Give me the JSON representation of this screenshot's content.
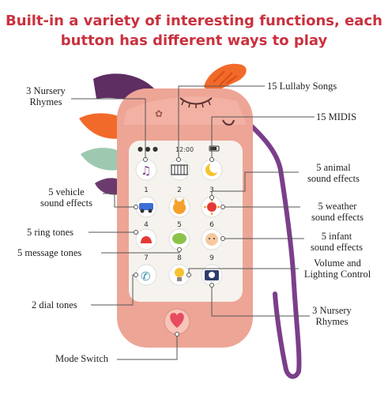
{
  "headline": {
    "line1": "Built-in a variety of interesting functions, each",
    "line2": "button has different ways to play"
  },
  "callouts": {
    "nursery_rhymes_top": [
      "3 Nursery",
      "Rhymes"
    ],
    "lullaby_songs": "15 Lullaby Songs",
    "midis": "15 MIDIS",
    "animal_sound_effects": [
      "5 animal",
      "sound effects"
    ],
    "vehicle_sound_effects": [
      "5 vehicle",
      "sound effects"
    ],
    "weather_sound_effects": [
      "5 weather",
      "sound effects"
    ],
    "ring_tones": "5 ring tones",
    "infant_sound_effects": [
      "5 infant",
      "sound effects"
    ],
    "message_tones": "5 message tones",
    "volume_lighting": [
      "Volume and",
      "Lighting Control"
    ],
    "dial_tones": "2 dial tones",
    "nursery_rhymes_bottom": [
      "3 Nursery",
      "Rhymes"
    ],
    "mode_switch": "Mode Switch"
  },
  "phone_screen": {
    "time": "12:00"
  },
  "keypad_numbers": [
    "1",
    "2",
    "3",
    "4",
    "5",
    "6",
    "7",
    "8",
    "9"
  ],
  "colors": {
    "headline": "#c9313e",
    "phone_body": "#eda596",
    "screen": "#f6f3ee",
    "horn": "#f26a2a",
    "mane_purple": "#6c3a6e",
    "lanyard": "#7a3f8a"
  }
}
